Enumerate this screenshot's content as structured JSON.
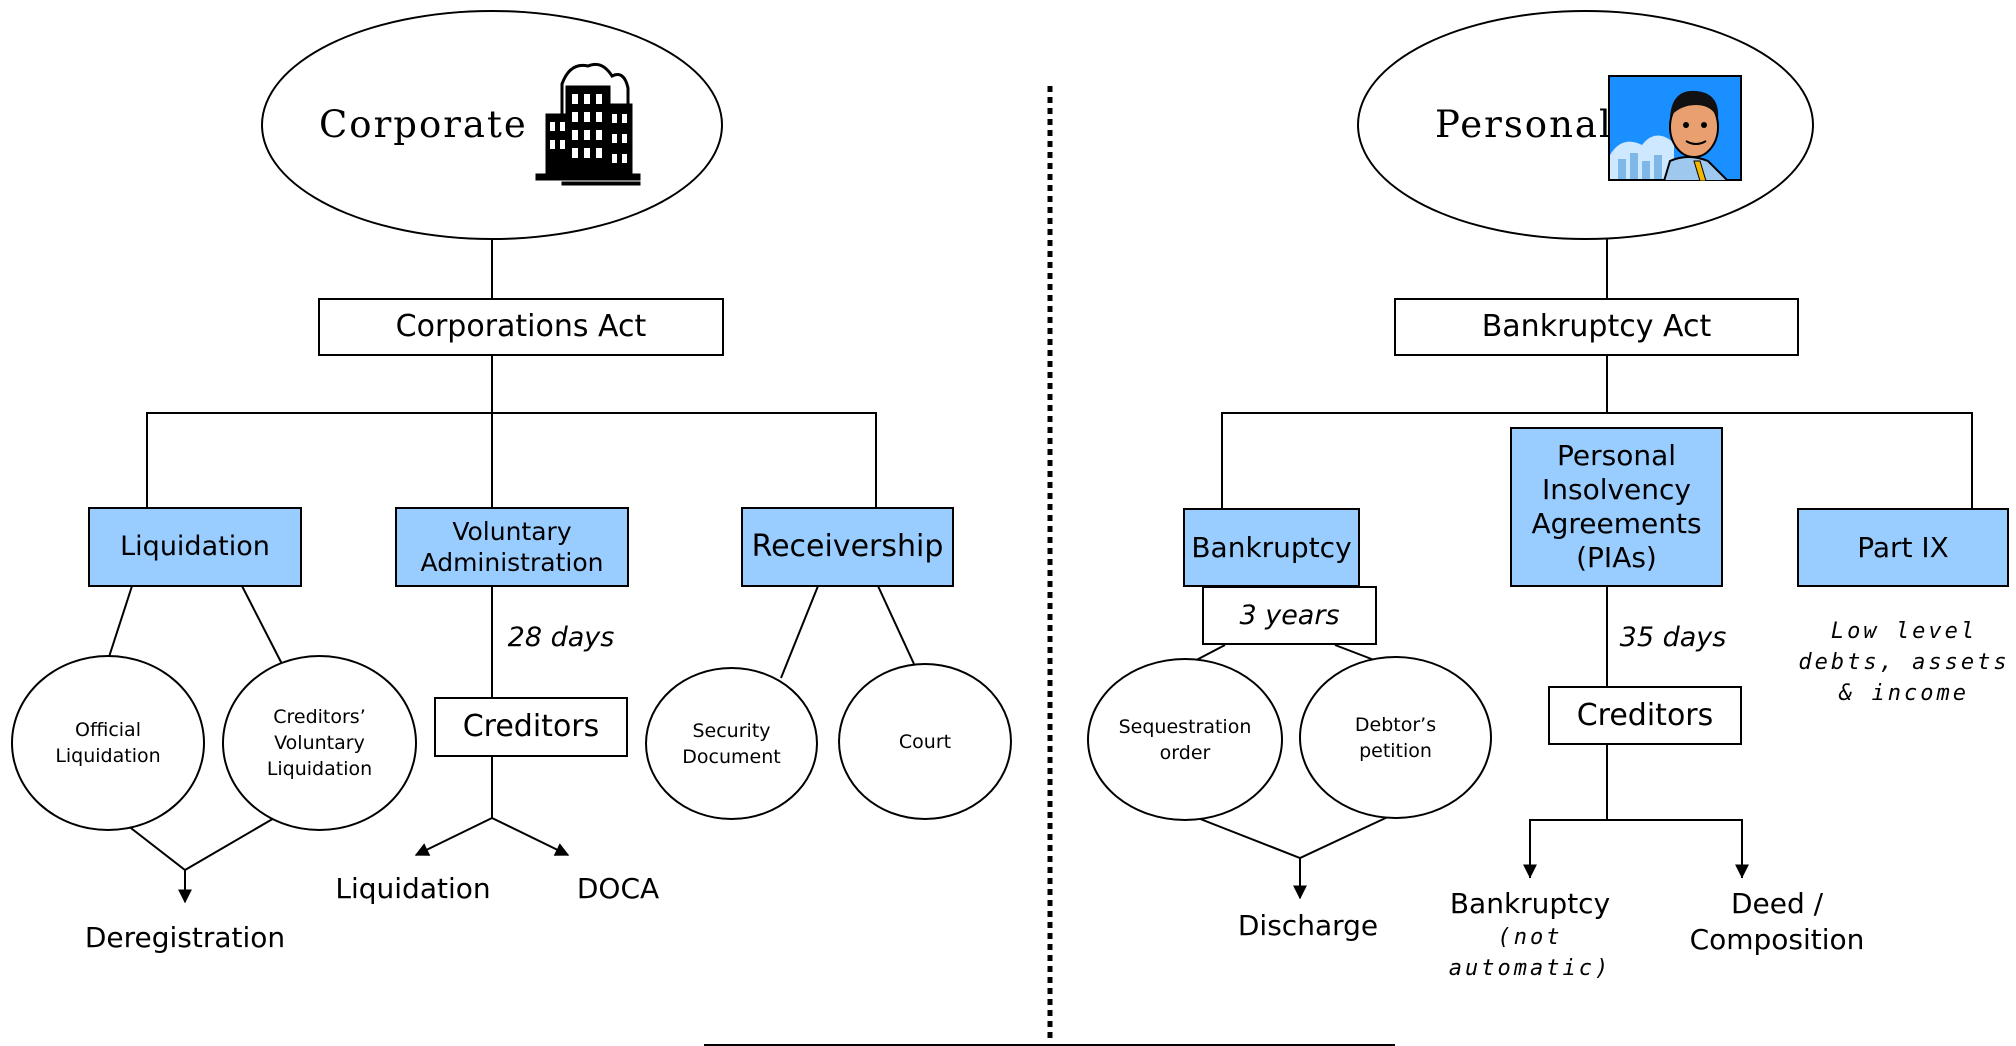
{
  "corporate": {
    "title": "Corporate",
    "building_icon": "office-building-icon",
    "act": "Corporations Act",
    "liquidation": "Liquidation",
    "voluntary_administration": "Voluntary\nAdministration",
    "receivership": "Receivership",
    "official_liquidation": "Official\nLiquidation",
    "creditors_voluntary_liquidation": "Creditors’\nVoluntary\nLiquidation",
    "deregistration": "Deregistration",
    "days": "28 days",
    "creditors": "Creditors",
    "outcome_liquidation": "Liquidation",
    "outcome_doca": "DOCA",
    "security_document": "Security\nDocument",
    "court": "Court"
  },
  "personal": {
    "title": "Personal",
    "person_icon": "businessman-icon",
    "act": "Bankruptcy Act",
    "bankruptcy": "Bankruptcy",
    "pia": "Personal\nInsolvency\nAgreements\n(PIAs)",
    "part_ix": "Part IX",
    "years": "3 years",
    "sequestration_order": "Sequestration\norder",
    "debtors_petition": "Debtor’s\npetition",
    "discharge": "Discharge",
    "days": "35 days",
    "creditors": "Creditors",
    "outcome_bankruptcy": "Bankruptcy",
    "outcome_bankruptcy_note": "(not\nautomatic)",
    "outcome_deed": "Deed /\nComposition",
    "part_ix_note": "Low level\ndebts, assets\n& income"
  },
  "colors": {
    "highlight": "#99ccff",
    "line": "#000000"
  }
}
